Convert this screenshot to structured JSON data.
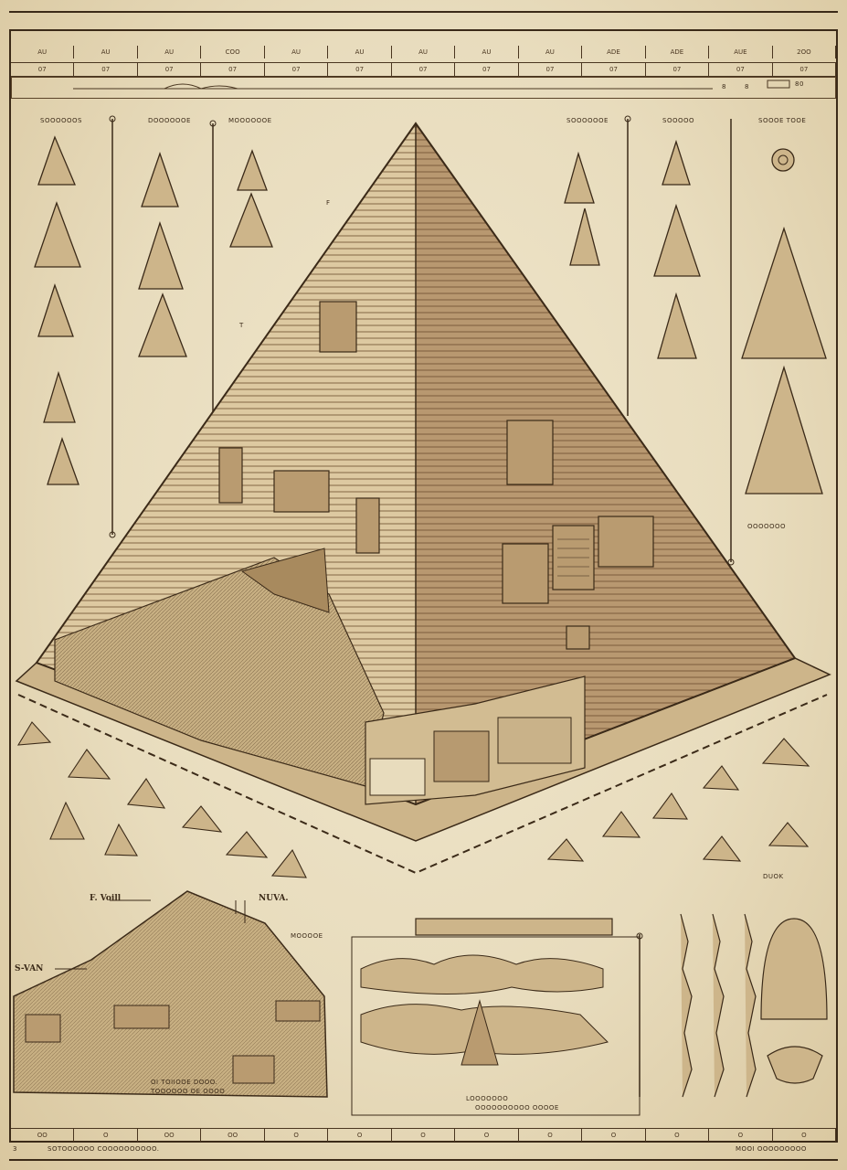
{
  "top_ruler": {
    "row1": [
      "AU",
      "AU",
      "AU",
      "COO",
      "AU",
      "AU",
      "AU",
      "AU",
      "AU",
      "ADE",
      "ADE",
      "AUE",
      "2OO"
    ],
    "row2": [
      "07",
      "07",
      "07",
      "07",
      "07",
      "07",
      "07",
      "07",
      "07",
      "07",
      "07",
      "07",
      "07"
    ],
    "scale_marks": [
      "8",
      "8",
      "80"
    ]
  },
  "labels": {
    "left_col1_head": "SOOOOOOS",
    "left_col2_head": "DOOOOOOE",
    "left_col3_head": "MOOOOOOE",
    "right_col1_head": "SOOOOOOE",
    "right_col2_head": "SOOOOO",
    "right_col3_head": "SOOOE TOOE",
    "pyramid_f": "F",
    "pyramid_t": "T",
    "mountain_left": "F. Voill",
    "mountain_top": "NUVA.",
    "mountain_right": "MOOOOE",
    "mountain_side": "S-VAN",
    "mountain_caption_1": "OI TOIIOOE DOOO.",
    "mountain_caption_2": "TOOOOOO OE OOOO",
    "center_caption_1": "LOOOOOOO",
    "center_caption_2": "OOOOOOOOOO OOOOE",
    "right_bottom_caption": "DUOK",
    "bottom_left_text": "SOTOOOOOO COOOOOOOOOO.",
    "bottom_right_text": "MOOI OOOOOOOOO",
    "bottom_left_num": "3",
    "mid_caption": "OOOOOOO"
  },
  "bottom_ruler": [
    "OO",
    "O",
    "OO",
    "OO",
    "O",
    "O",
    "O",
    "O",
    "O",
    "O",
    "O",
    "O",
    "O"
  ],
  "colors": {
    "paper": "#eadfc2",
    "ink": "#3b2a18",
    "stone_light": "#d9c7a0",
    "stone_dark": "#8a6a44"
  }
}
